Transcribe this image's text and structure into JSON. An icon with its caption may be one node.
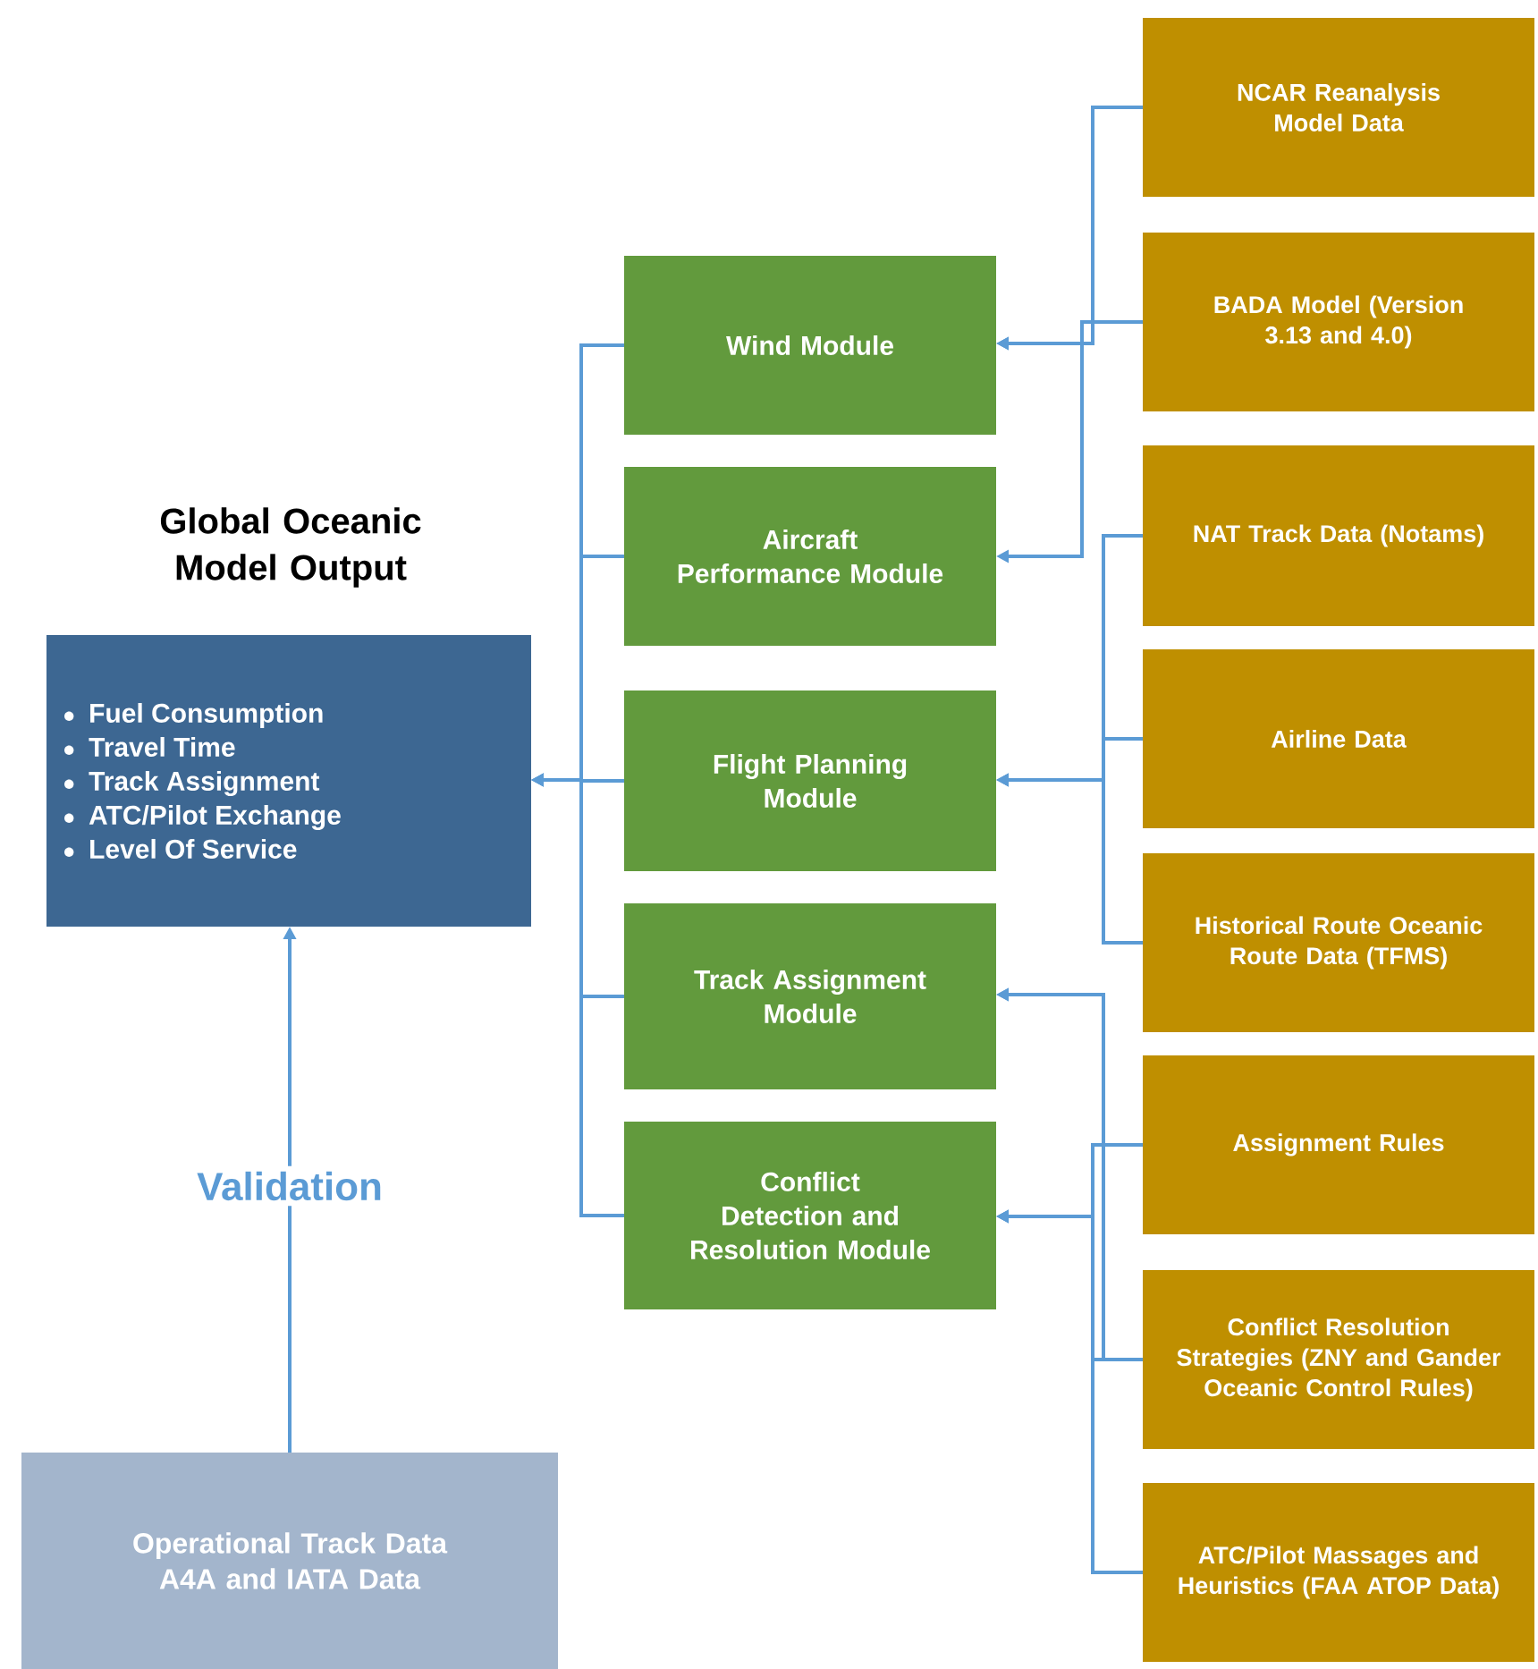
{
  "diagram": {
    "nodes": [
      {
        "text": [
          "Global Oceanic Model Output",
          "Fuel Consumption",
          "Travel Time",
          "Track Assignment",
          "ATC/Pilot Exchange",
          "Level Of Service"
        ]
      },
      {
        "text": [
          "Wind Module"
        ]
      },
      {
        "text": [
          "Aircraft Performance Module"
        ]
      },
      {
        "text": [
          "Flight Planning Module"
        ]
      },
      {
        "text": [
          "Track Assignment Module"
        ]
      },
      {
        "text": [
          "Conflict Detection and Resolution Module"
        ]
      },
      {
        "text": [
          "NCAR Reanalysis Model Data"
        ]
      },
      {
        "text": [
          "BADA Model (Version 3.13 and 4.0)"
        ]
      },
      {
        "text": [
          "NAT Track Data (Notams)"
        ]
      },
      {
        "text": [
          "Airline Data"
        ]
      },
      {
        "text": [
          "Historical Route Oceanic Route Data (TFMS)"
        ]
      },
      {
        "text": [
          "Assignment Rules"
        ]
      },
      {
        "text": [
          "Conflict Resolution Strategies (ZNY and Gander Oceanic Control Rules)"
        ]
      },
      {
        "text": [
          "ATC/Pilot Massages and Heuristics (FAA ATOP Data)"
        ]
      },
      {
        "text": [
          "Operational Track Data A4A and IATA Data"
        ]
      }
    ],
    "edges": [
      {
        "from": 1,
        "to": 0,
        "arrow": "to"
      },
      {
        "from": 2,
        "to": 0,
        "arrow": "to"
      },
      {
        "from": 3,
        "to": 0,
        "arrow": "to"
      },
      {
        "from": 4,
        "to": 0,
        "arrow": "to"
      },
      {
        "from": 5,
        "to": 0,
        "arrow": "to"
      },
      {
        "from": 6,
        "to": 1,
        "arrow": "to"
      },
      {
        "from": 7,
        "to": 1,
        "arrow": "to"
      },
      {
        "from": 7,
        "to": 2,
        "arrow": "to"
      },
      {
        "from": 8,
        "to": 3,
        "arrow": "to"
      },
      {
        "from": 9,
        "to": 3,
        "arrow": "to"
      },
      {
        "from": 10,
        "to": 3,
        "arrow": "to"
      },
      {
        "from": 11,
        "to": 4,
        "arrow": "to"
      },
      {
        "from": 12,
        "to": 4,
        "arrow": "to"
      },
      {
        "from": 11,
        "to": 5,
        "arrow": "to"
      },
      {
        "from": 12,
        "to": 5,
        "arrow": "to"
      },
      {
        "from": 13,
        "to": 5,
        "arrow": "to"
      },
      {
        "from": 14,
        "to": 0,
        "arrow": "to",
        "label": "Validation"
      }
    ]
  }
}
